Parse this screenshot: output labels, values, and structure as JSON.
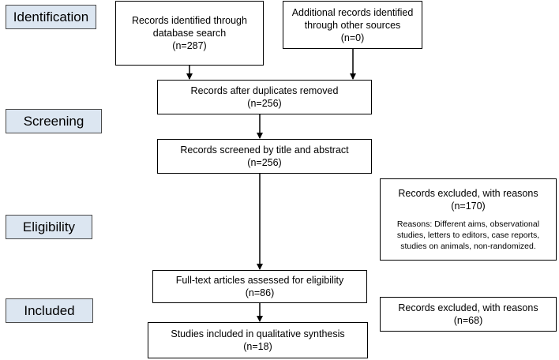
{
  "phases": {
    "identification": "Identification",
    "screening": "Screening",
    "eligibility": "Eligibility",
    "included": "Included"
  },
  "boxes": {
    "database_search": {
      "lines": [
        "Records identified through",
        "database search",
        "(n=287)"
      ]
    },
    "other_sources": {
      "lines": [
        "Additional records identified",
        "through other sources",
        "(n=0)"
      ]
    },
    "duplicates_removed": {
      "lines": [
        "Records after duplicates removed",
        "(n=256)"
      ]
    },
    "screened": {
      "lines": [
        "Records screened by title and abstract",
        "(n=256)"
      ]
    },
    "excluded_screening": {
      "lines": [
        "Records excluded, with reasons",
        "(n=170)"
      ],
      "reasons": [
        "Reasons: Different aims, observational",
        "studies, letters to editors, case reports,",
        "studies on animals, non-randomized."
      ]
    },
    "fulltext": {
      "lines": [
        "Full-text articles assessed for eligibility",
        "(n=86)"
      ]
    },
    "excluded_fulltext": {
      "lines": [
        "Records excluded, with reasons",
        "(n=68)"
      ]
    },
    "included_studies": {
      "lines": [
        "Studies included in qualitative synthesis",
        "(n=18)"
      ]
    }
  }
}
